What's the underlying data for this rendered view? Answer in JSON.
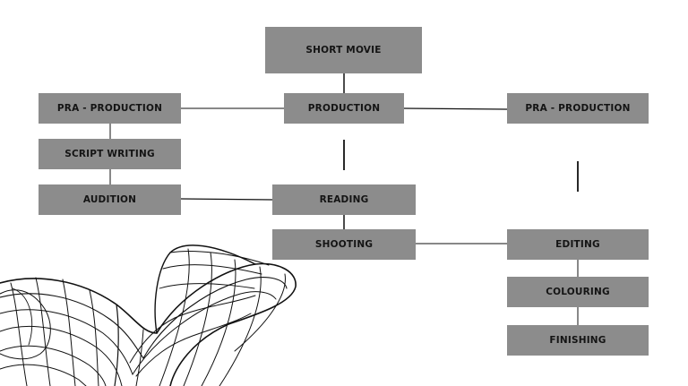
{
  "diagram": {
    "nodes": {
      "short_movie": "SHORT MOVIE",
      "production": "PRODUCTION",
      "pra_production_left": "PRA - PRODUCTION",
      "pra_production_right": "PRA - PRODUCTION",
      "script_writing": "SCRIPT WRITING",
      "audition": "AUDITION",
      "reading": "READING",
      "shooting": "SHOOTING",
      "editing": "EDITING",
      "colouring": "COLOURING",
      "finishing": "FINISHING"
    },
    "edges": [
      [
        "short_movie",
        "production"
      ],
      [
        "production",
        "pra_production_left"
      ],
      [
        "production",
        "pra_production_right"
      ],
      [
        "pra_production_left",
        "script_writing"
      ],
      [
        "script_writing",
        "audition"
      ],
      [
        "audition",
        "reading"
      ],
      [
        "reading",
        "shooting"
      ],
      [
        "shooting",
        "editing"
      ],
      [
        "editing",
        "colouring"
      ],
      [
        "colouring",
        "finishing"
      ]
    ],
    "colors": {
      "node_fill": "#8c8c8c",
      "node_text": "#141414",
      "line": "#111111",
      "background": "#ffffff"
    }
  }
}
